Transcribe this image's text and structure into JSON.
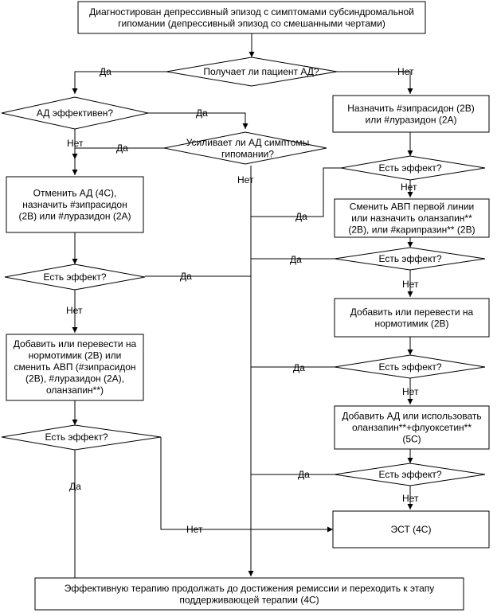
{
  "nodes": {
    "start": [
      "Диагностирован депрессивный эпизод с симптомами субсиндромальной",
      "гипомании (депрессивный эпизод со смешанными чертами)"
    ],
    "q_ad": [
      "Получает ли пациент АД?"
    ],
    "q_ad_eff": [
      "АД эффективен?"
    ],
    "q_hypo": [
      "Усиливает ли АД симптомы",
      "гипомании?"
    ],
    "box_cancel": [
      "Отменить  АД (4С),",
      "назначить #зипрасидон",
      "(2В) или #луразидон (2А)"
    ],
    "q_eff_left1": [
      "Есть эффект?"
    ],
    "box_left2": [
      "Добавить или перевести на",
      "нормотимик (2В) или",
      "сменить АВП (#зипрасидон",
      "(2В), #луразидон (2А),",
      "оланзапин**)"
    ],
    "q_eff_left2": [
      "Есть эффект?"
    ],
    "box_right1": [
      "Назначить #зипрасидон (2В)",
      "или #луразидон (2А)"
    ],
    "q_eff_r1": [
      "Есть эффект?"
    ],
    "box_right2": [
      "Сменить АВП первой линии",
      "или назначить оланзапин**",
      "(2В), или #карипразин** (2В)"
    ],
    "q_eff_r2": [
      "Есть эффект?"
    ],
    "box_right3": [
      "Добавить или перевести на",
      "нормотимик (2В)"
    ],
    "q_eff_r3": [
      "Есть эффект?"
    ],
    "box_right4": [
      "Добавить АД или использовать",
      "оланзапин**+флуоксетин**",
      "(5С)"
    ],
    "q_eff_r4": [
      "Есть эффект?"
    ],
    "box_ect": [
      "ЭСТ (4С)"
    ],
    "end": [
      "Эффективную терапию продолжать до достижения ремиссии и переходить к этапу",
      "поддерживающей терапии (4С)"
    ]
  },
  "edge_labels": {
    "yes": "Да",
    "no": "Нет"
  }
}
